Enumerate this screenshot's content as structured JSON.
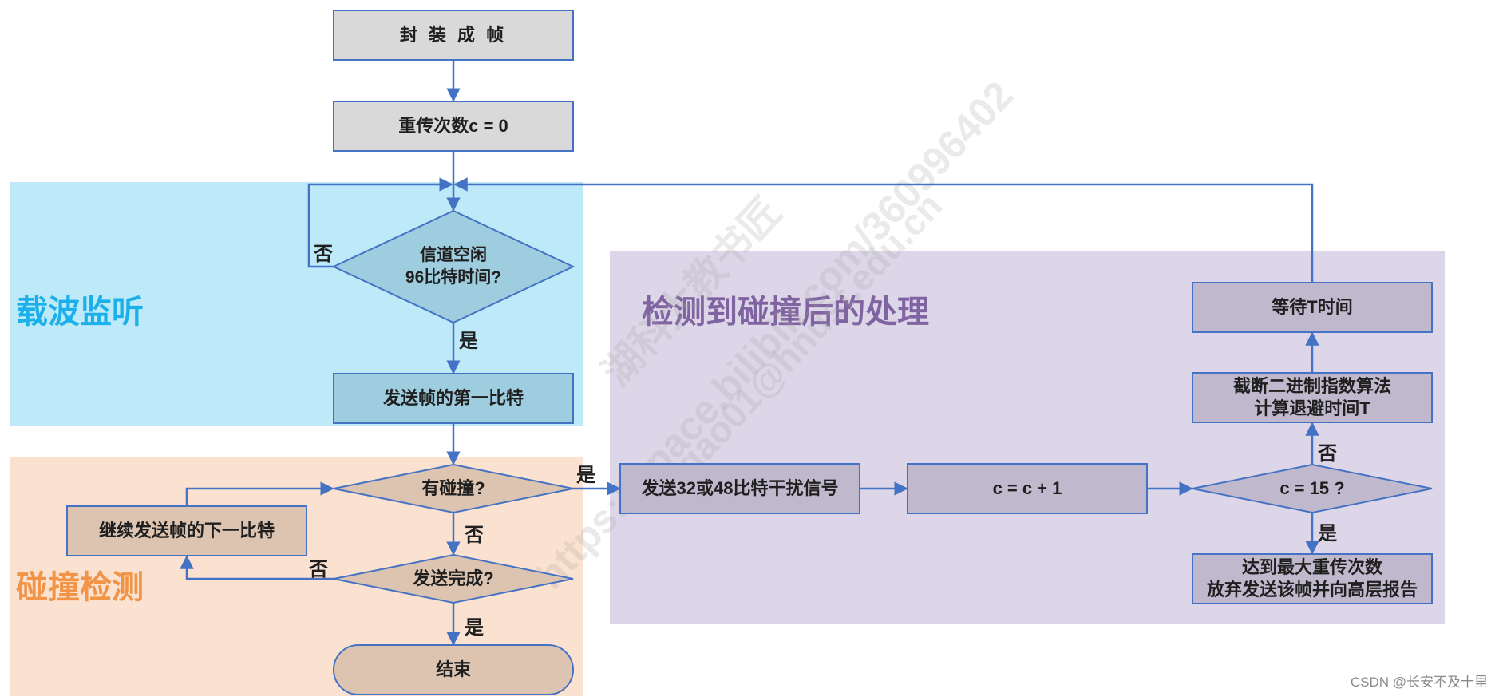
{
  "regions": {
    "carrier_sense": {
      "title": "载波监听",
      "color": "#bde9f9",
      "title_color": "#1cb0ea"
    },
    "collision_detect": {
      "title": "碰撞检测",
      "color": "#fbe2d0",
      "title_color": "#f29447"
    },
    "post_collision": {
      "title": "检测到碰撞后的处理",
      "color": "#ddd6e8",
      "title_color": "#8064a2"
    }
  },
  "nodes": {
    "encapsulate": {
      "text": "封 装 成 帧"
    },
    "init_counter": {
      "text": "重传次数c = 0"
    },
    "channel_idle": {
      "line1": "信道空闲",
      "line2": "96比特时间?"
    },
    "send_first_bit": {
      "text": "发送帧的第一比特"
    },
    "collision_check": {
      "text": "有碰撞?"
    },
    "send_done_check": {
      "text": "发送完成?"
    },
    "continue_send": {
      "text": "继续发送帧的下一比特"
    },
    "end": {
      "text": "结束"
    },
    "jam_signal": {
      "text": "发送32或48比特干扰信号"
    },
    "increment": {
      "text": "c = c + 1"
    },
    "max_check": {
      "text": "c = 15 ?"
    },
    "backoff_calc": {
      "line1": "截断二进制指数算法",
      "line2": "计算退避时间T"
    },
    "wait_t": {
      "text": "等待T时间"
    },
    "give_up": {
      "line1": "达到最大重传次数",
      "line2": "放弃发送该帧并向高层报告"
    }
  },
  "edge_labels": {
    "idle_no": "否",
    "idle_yes": "是",
    "collision_yes": "是",
    "collision_no": "否",
    "done_no": "否",
    "done_yes": "是",
    "max_no": "否",
    "max_yes": "是"
  },
  "watermark": {
    "line1": "湖科大教书匠",
    "line2": "https://space.bilibili.com/360996402",
    "line3": "gao01@hnust.edu.cn"
  },
  "credit": "CSDN @长安不及十里",
  "colors": {
    "arrow": "#4472c4",
    "gray_fill": "#d9d9d9",
    "blue_fill": "#9dcddf",
    "tan_fill": "#dcc4b0",
    "purple_fill": "#c0b8cc"
  }
}
